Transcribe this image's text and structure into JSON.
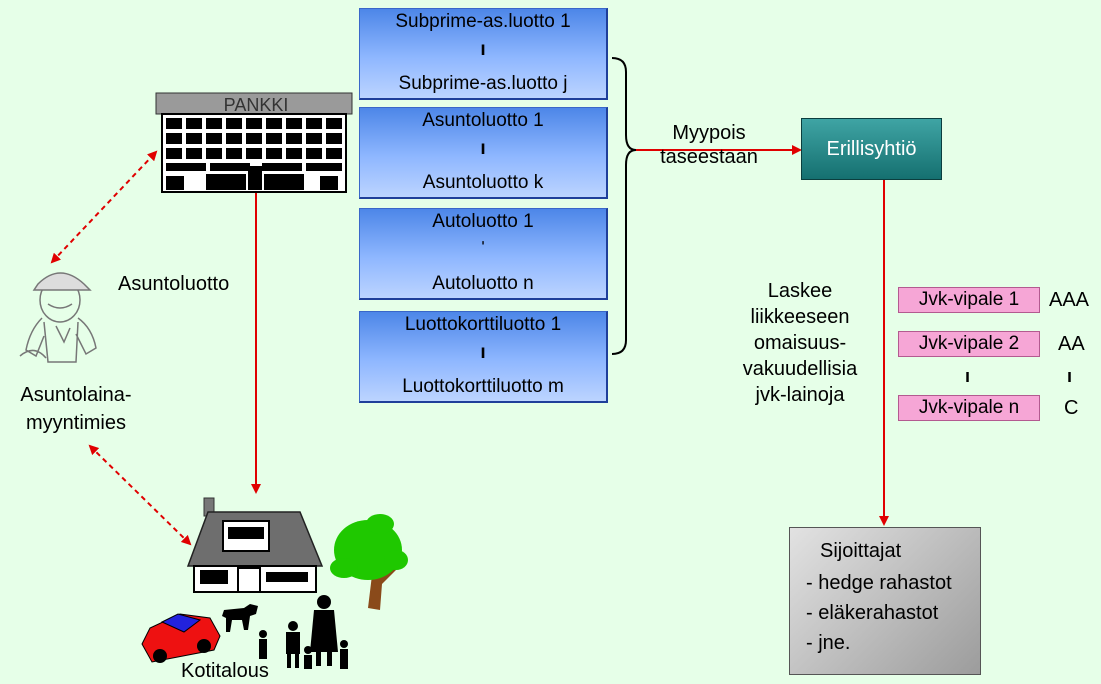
{
  "bank": {
    "sign": "PANKKI"
  },
  "loans": [
    {
      "first": "Subprime-as.luotto 1",
      "ellipsis": "ı",
      "last": "Subprime-as.luotto j"
    },
    {
      "first": "Asuntoluotto 1",
      "ellipsis": "ı",
      "last": "Asuntoluotto k"
    },
    {
      "first": "Autoluotto 1",
      "ellipsis": "ˈ",
      "last": "Autoluotto n"
    },
    {
      "first": "Luottokorttiluotto 1",
      "ellipsis": "ı",
      "last": "Luottokorttiluotto m"
    }
  ],
  "sell_label": {
    "line1": "Myypois",
    "line2": "taseestaan"
  },
  "spv": {
    "label": "Erillisyhtiö"
  },
  "issue_label": [
    "Laskee",
    "liikkeeseen",
    "omaisuus-",
    "vakuudellisia",
    "jvk-lainoja"
  ],
  "tranches": [
    {
      "name": "Jvk-vipale 1",
      "rating": "AAA"
    },
    {
      "name": "Jvk-vipale 2",
      "rating": "AA"
    },
    {
      "name": "Jvk-vipale n",
      "rating": "C"
    }
  ],
  "tranche_ellipsis": "ı",
  "investors": {
    "title": "Sijoittajat",
    "items": [
      "- hedge rahastot",
      "- eläkerahastot",
      "- jne."
    ]
  },
  "mortgage_label": "Asuntoluotto",
  "broker": {
    "line1": "Asuntolaina-",
    "line2": "myyntimies"
  },
  "household": {
    "label": "Kotitalous"
  },
  "colors": {
    "arrow": "#e00000",
    "background": "#e6ffe8",
    "loan_box": "#8fb7ff",
    "spv": "#1f8a8a",
    "tranche": "#f6a6d6",
    "investors": "#c0c0c0"
  }
}
